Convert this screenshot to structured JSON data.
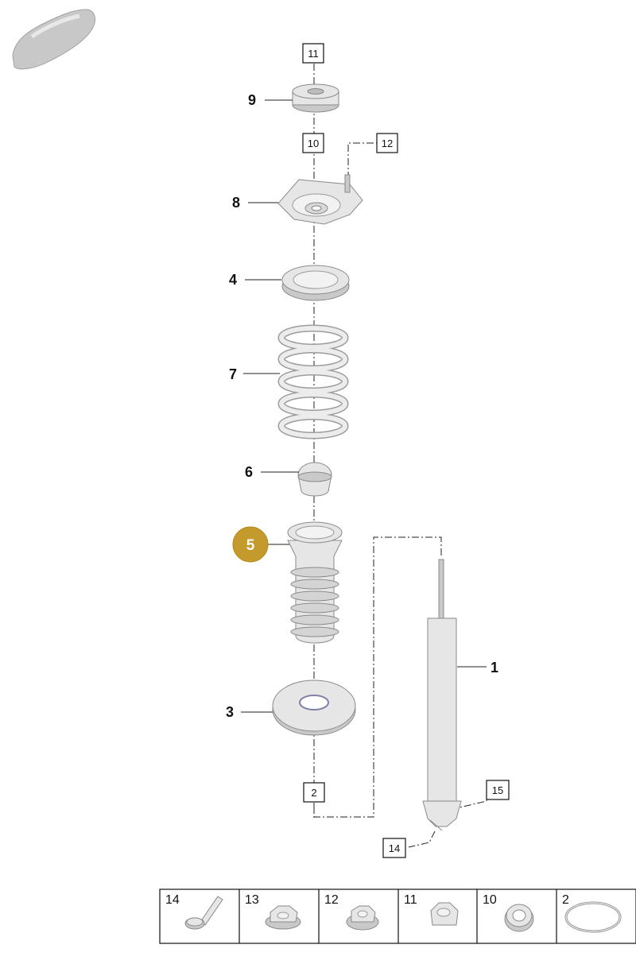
{
  "callouts": {
    "c1": "1",
    "c3": "3",
    "c4": "4",
    "c5": "5",
    "c6": "6",
    "c7": "7",
    "c8": "8",
    "c9": "9"
  },
  "highlight_color": "#c39a2b",
  "ref_boxes": {
    "b11": "11",
    "b10": "10",
    "b12": "12",
    "b2": "2",
    "b14": "14",
    "b15": "15"
  },
  "parts_table": {
    "cells": [
      {
        "label": "14",
        "icon": "bolt-icon"
      },
      {
        "label": "13",
        "icon": "hex-nut-flange-icon"
      },
      {
        "label": "12",
        "icon": "hex-nut-washer-icon"
      },
      {
        "label": "11",
        "icon": "hex-nut-icon"
      },
      {
        "label": "10",
        "icon": "washer-icon"
      },
      {
        "label": "2",
        "icon": "retaining-ring-icon"
      }
    ]
  },
  "corner_icon": "car-silhouette-icon"
}
